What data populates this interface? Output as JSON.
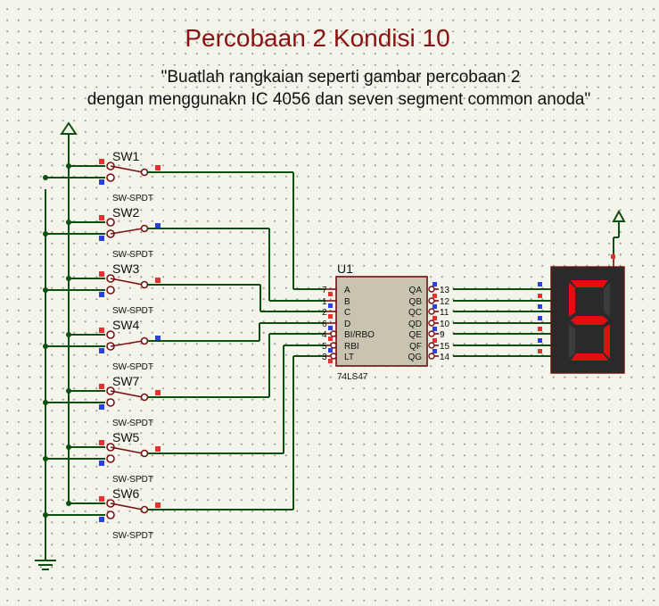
{
  "title": "Percobaan 2 Kondisi 10",
  "instruction": {
    "line1": "\"Buatlah rangkaian seperti gambar percobaan 2",
    "line2": "dengan menggunakn IC 4056 dan seven segment common anoda\""
  },
  "switches": [
    {
      "name": "SW1",
      "type": "SW-SPDT",
      "state": "up"
    },
    {
      "name": "SW2",
      "type": "SW-SPDT",
      "state": "down"
    },
    {
      "name": "SW3",
      "type": "SW-SPDT",
      "state": "up"
    },
    {
      "name": "SW4",
      "type": "SW-SPDT",
      "state": "down"
    },
    {
      "name": "SW7",
      "type": "SW-SPDT",
      "state": "up"
    },
    {
      "name": "SW5",
      "type": "SW-SPDT",
      "state": "up"
    },
    {
      "name": "SW6",
      "type": "SW-SPDT",
      "state": "up"
    }
  ],
  "ic": {
    "ref": "U1",
    "part": "74LS47",
    "inputs": [
      {
        "pin": "7",
        "name": "A"
      },
      {
        "pin": "1",
        "name": "B"
      },
      {
        "pin": "2",
        "name": "C"
      },
      {
        "pin": "6",
        "name": "D"
      },
      {
        "pin": "4",
        "name": "BI/RBO"
      },
      {
        "pin": "5",
        "name": "RBI"
      },
      {
        "pin": "3",
        "name": "LT"
      }
    ],
    "outputs": [
      {
        "pin": "13",
        "name": "QA"
      },
      {
        "pin": "12",
        "name": "QB"
      },
      {
        "pin": "11",
        "name": "QC"
      },
      {
        "pin": "10",
        "name": "QD"
      },
      {
        "pin": "9",
        "name": "QE"
      },
      {
        "pin": "15",
        "name": "QF"
      },
      {
        "pin": "14",
        "name": "QG"
      }
    ]
  },
  "display": {
    "digit": "5",
    "segment_color": "#e01010",
    "body_color": "#2a2a2a",
    "off_segment_color": "#3b3b3b"
  },
  "colors": {
    "wire": "#0d4f10",
    "pin": "#7a0f0f",
    "high_marker": "#e83030",
    "low_marker": "#2a40e0",
    "ic_fill": "#c8c4b0"
  }
}
